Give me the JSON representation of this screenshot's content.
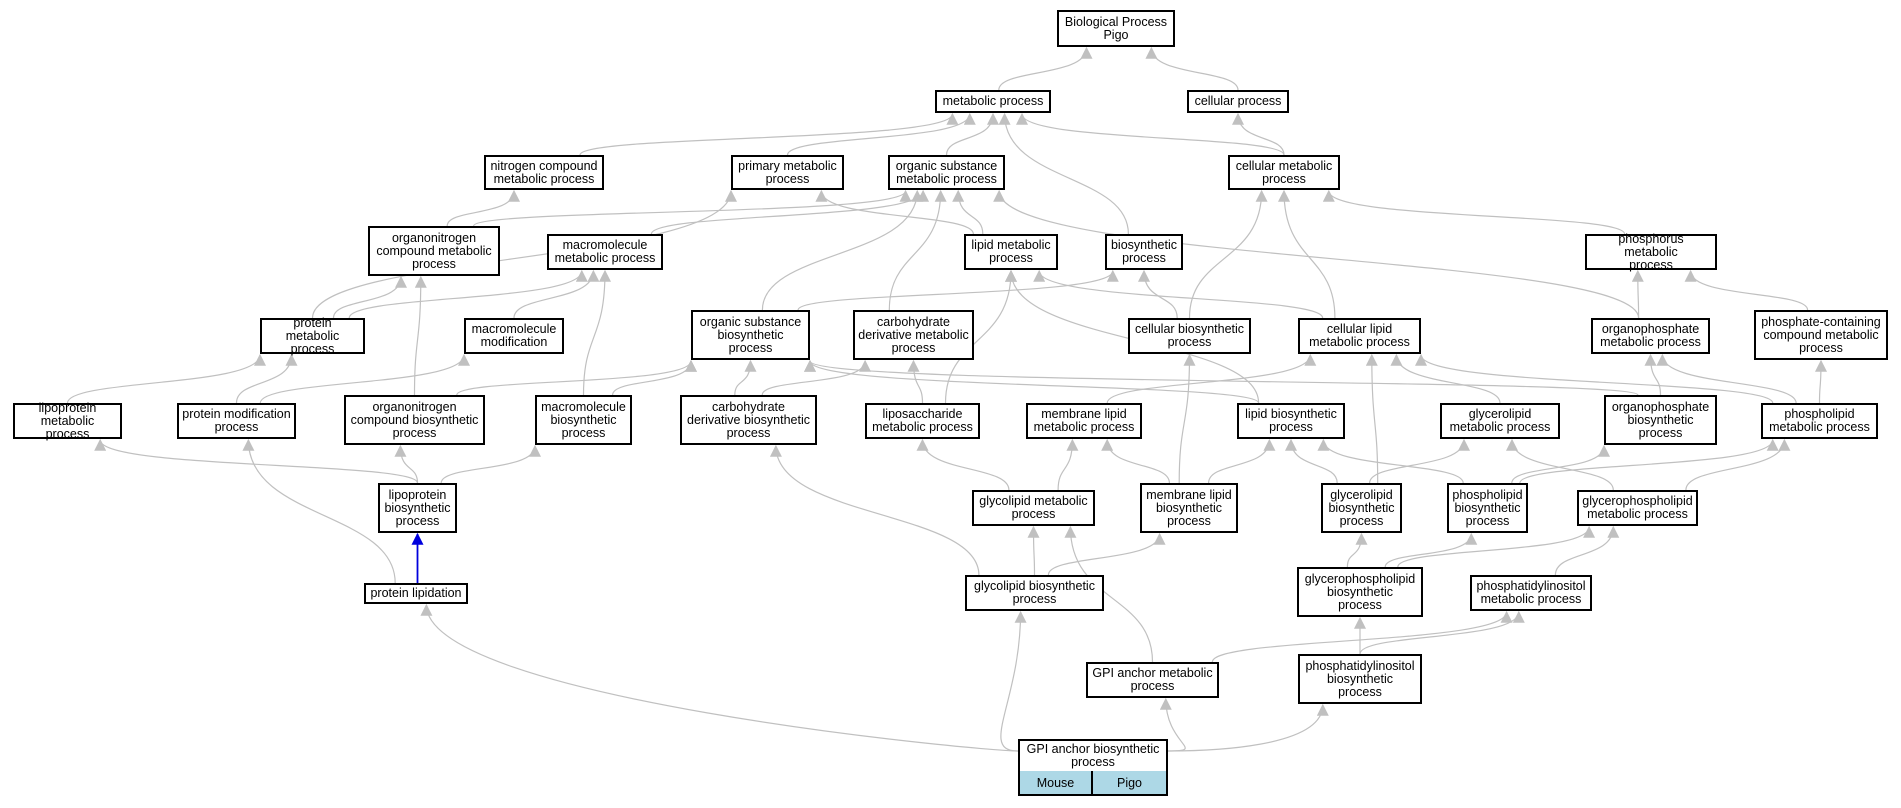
{
  "nodes": {
    "bp": "Biological Process\nPigo",
    "metabolic": "metabolic process",
    "cellular": "cellular process",
    "nitrogen": "nitrogen compound\nmetabolic process",
    "primary": "primary metabolic\nprocess",
    "organic": "organic substance\nmetabolic process",
    "cellmet": "cellular metabolic\nprocess",
    "orgnitro": "organonitrogen\ncompound metabolic\nprocess",
    "macromet": "macromolecule\nmetabolic process",
    "lipidmet": "lipid metabolic\nprocess",
    "biosyn": "biosynthetic\nprocess",
    "phosmet": "phosphorus metabolic\nprocess",
    "protmet": "protein metabolic\nprocess",
    "macromod": "macromolecule\nmodification",
    "orgbiosyn": "organic substance\nbiosynthetic\nprocess",
    "carbmet": "carbohydrate\nderivative metabolic\nprocess",
    "cellbiosyn": "cellular biosynthetic\nprocess",
    "celllipid": "cellular lipid\nmetabolic process",
    "orgphosmet": "organophosphate\nmetabolic process",
    "phoscont": "phosphate-containing\ncompound metabolic\nprocess",
    "lipoprotmet": "lipoprotein\nmetabolic process",
    "protmod": "protein modification\nprocess",
    "orgnitrobio": "organonitrogen\ncompound biosynthetic\nprocess",
    "macrobio": "macromolecule\nbiosynthetic\nprocess",
    "carbbio": "carbohydrate\nderivative biosynthetic\nprocess",
    "liposacc": "liposaccharide\nmetabolic process",
    "memlipmet": "membrane lipid\nmetabolic process",
    "lipidbio": "lipid biosynthetic\nprocess",
    "glycerolipmet": "glycerolipid\nmetabolic process",
    "orgphosbio": "organophosphate\nbiosynthetic\nprocess",
    "phoslipmet": "phospholipid\nmetabolic process",
    "lipoprotbio": "lipoprotein\nbiosynthetic\nprocess",
    "glycolipmet": "glycolipid metabolic\nprocess",
    "memlipbio": "membrane lipid\nbiosynthetic\nprocess",
    "glycerolipbio": "glycerolipid\nbiosynthetic\nprocess",
    "phoslipbio": "phospholipid\nbiosynthetic\nprocess",
    "gpmet": "glycerophospholipid\nmetabolic process",
    "protlipid": "protein lipidation",
    "glycolipbio": "glycolipid biosynthetic\nprocess",
    "gpbio": "glycerophospholipid\nbiosynthetic\nprocess",
    "pimet": "phosphatidylinositol\nmetabolic process",
    "gpimet": "GPI anchor metabolic\nprocess",
    "pibio": "phosphatidylinositol\nbiosynthetic\nprocess"
  },
  "root": {
    "title": "GPI anchor biosynthetic\nprocess",
    "left": "Mouse",
    "right": "Pigo"
  },
  "colors": {
    "edge": "#c0c0c0",
    "highlight_edge": "#0000dd",
    "root_fill": "#add8e6"
  }
}
